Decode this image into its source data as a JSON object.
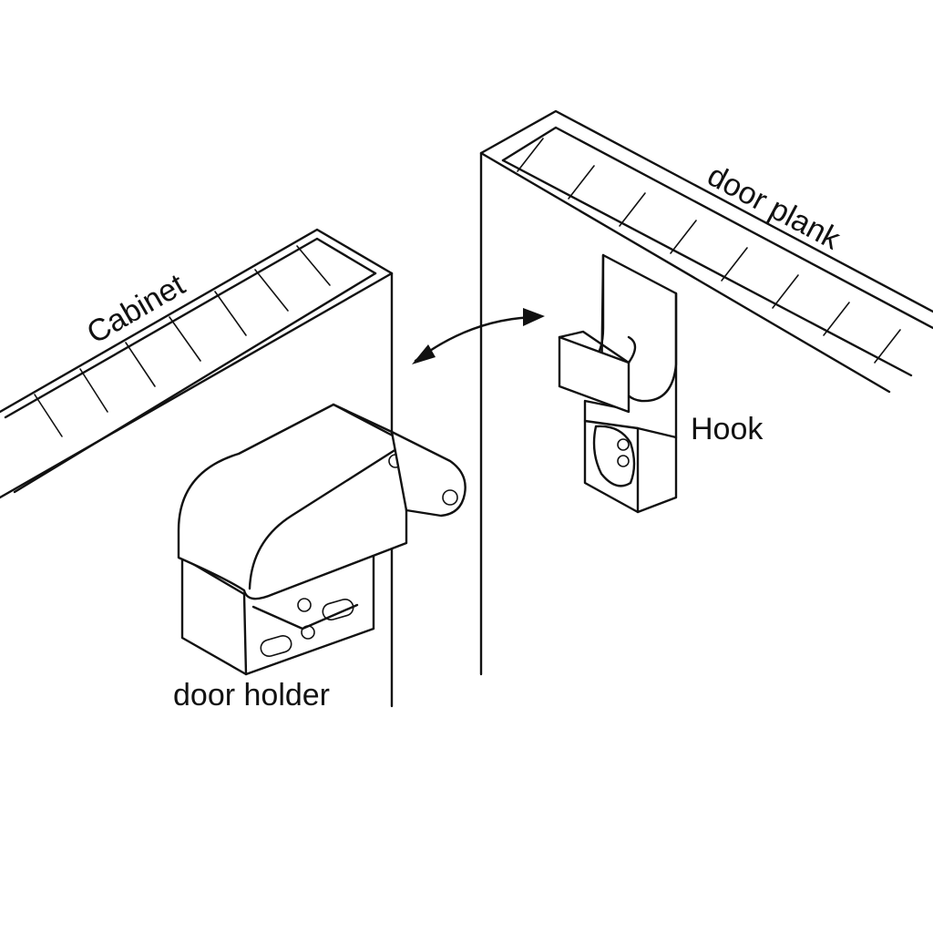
{
  "labels": {
    "cabinet": "Cabinet",
    "door_plank": "door plank",
    "hook": "Hook",
    "door_holder": "door holder"
  },
  "colors": {
    "line": "#111111",
    "background": "#ffffff"
  }
}
